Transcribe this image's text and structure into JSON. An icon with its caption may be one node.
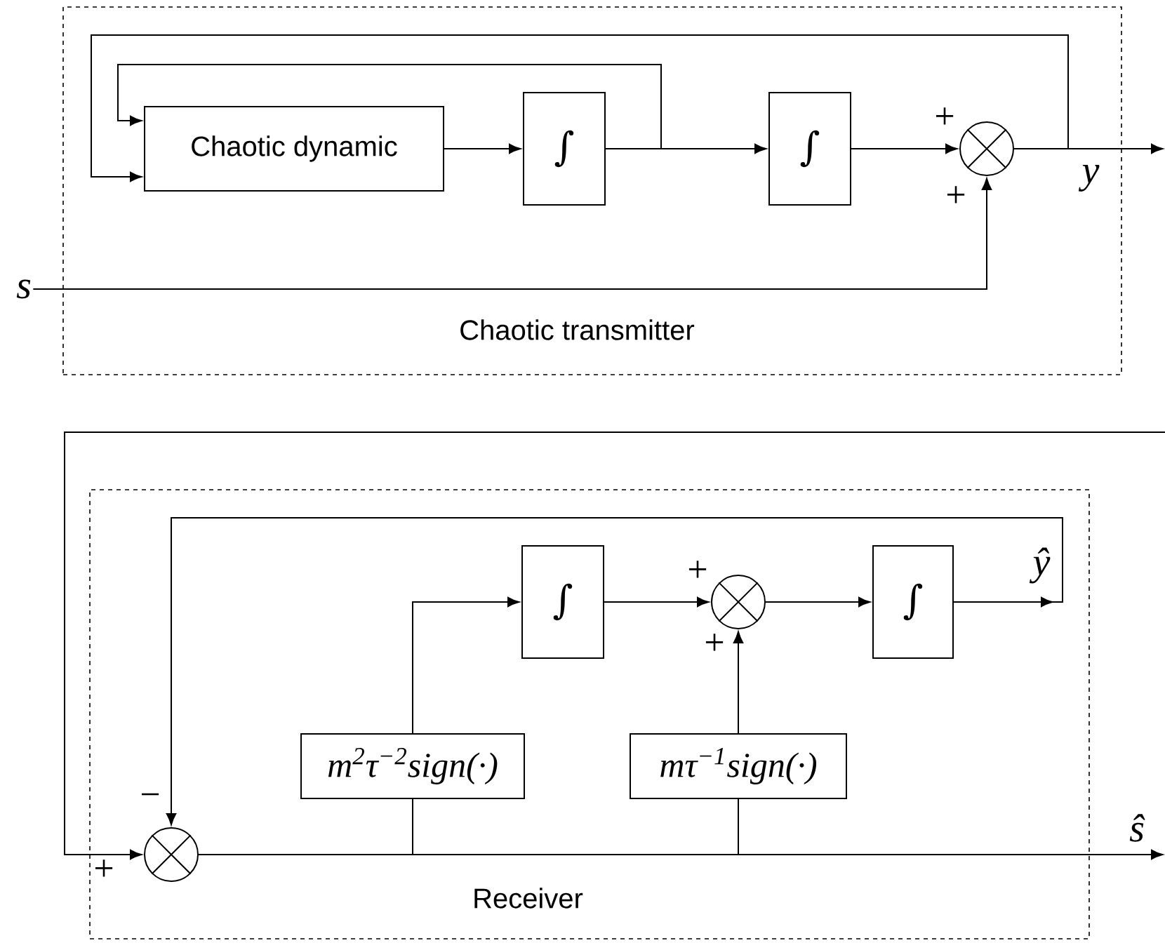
{
  "diagram": {
    "nodes": [
      {
        "text": [
          "Chaotic transmitter"
        ]
      },
      {
        "text": [
          "Chaotic dynamic"
        ],
        "in": 0
      },
      {
        "text": [
          "∫"
        ],
        "in": 0
      },
      {
        "text": [
          "∫"
        ],
        "in": 0
      },
      {
        "text": [],
        "shape": "circle",
        "in": 0
      },
      {
        "text": [
          "s"
        ]
      },
      {
        "text": [
          "Receiver"
        ]
      },
      {
        "text": [],
        "shape": "circle",
        "in": 6
      },
      {
        "text": [
          "∫"
        ],
        "in": 6
      },
      {
        "text": [],
        "shape": "circle",
        "in": 6
      },
      {
        "text": [
          "∫"
        ],
        "in": 6
      },
      {
        "text": [
          "m$^{2}$τ$^{−2}$sign(·)"
        ],
        "in": 6
      },
      {
        "text": [
          "mτ$^{−1}$sign(·)"
        ],
        "in": 6
      }
    ],
    "edges": [
      {
        "from": 1,
        "to": 2,
        "arrow": "to"
      },
      {
        "from": 2,
        "to": 3,
        "arrow": "to"
      },
      {
        "from": 3,
        "to": 4,
        "arrow": "to"
      },
      {
        "from": 5,
        "to": 4,
        "arrow": "to"
      },
      {
        "from": 4,
        "to": null,
        "arrow": "to",
        "label": "y"
      },
      {
        "from": 2,
        "to": 1,
        "arrow": "to"
      },
      {
        "from": 4,
        "to": 1,
        "arrow": "to"
      },
      {
        "from": null,
        "to": 7,
        "arrow": "to"
      },
      {
        "from": 7,
        "to": null,
        "arrow": "to",
        "label": "ŝ"
      },
      {
        "from": 7,
        "to": 11,
        "arrow": "none"
      },
      {
        "from": 7,
        "to": 12,
        "arrow": "none"
      },
      {
        "from": 11,
        "to": 8,
        "arrow": "to"
      },
      {
        "from": 8,
        "to": 9,
        "arrow": "to"
      },
      {
        "from": 12,
        "to": 9,
        "arrow": "to"
      },
      {
        "from": 9,
        "to": 10,
        "arrow": "to"
      },
      {
        "from": 10,
        "to": 7,
        "arrow": "to",
        "label": "ŷ"
      }
    ],
    "labels": [
      "+",
      "+",
      "+",
      "+",
      "−",
      "+"
    ]
  }
}
